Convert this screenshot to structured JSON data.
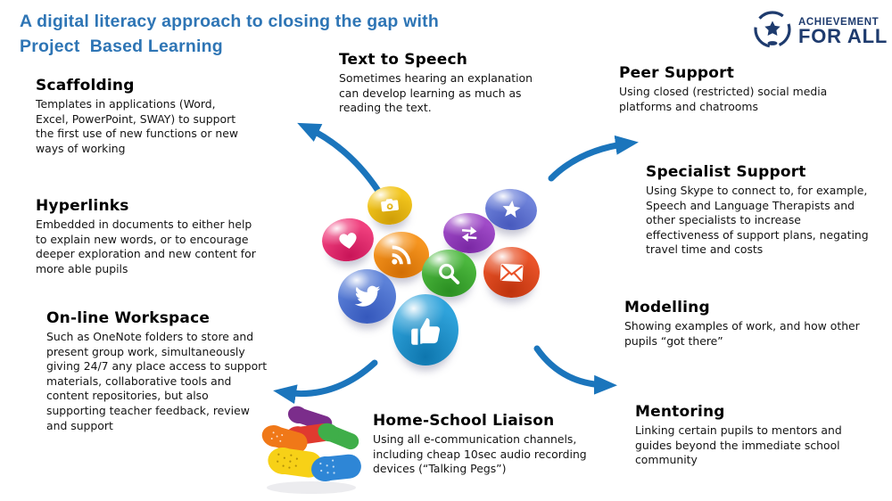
{
  "title": "A digital literacy approach to closing the gap with\nProject  Based Learning",
  "logo": {
    "line1": "ACHIEVEMENT",
    "line2": "FOR ALL",
    "icon": "achievement-for-all-badge-icon"
  },
  "colors": {
    "title_blue": "#2E75B5",
    "arrow_blue": "#1B75BC",
    "logo_navy": "#1E3B6E",
    "body_text": "#141414"
  },
  "sections": {
    "scaffolding": {
      "heading": "Scaffolding",
      "body": "Templates in applications (Word, Excel, PowerPoint, SWAY) to support the first use of new functions or new ways of working"
    },
    "hyperlinks": {
      "heading": "Hyperlinks",
      "body": "Embedded in documents to either help to explain new words, or to encourage deeper exploration and new content for more able pupils"
    },
    "online_workspace": {
      "heading": "On-line Workspace",
      "body": "Such as OneNote folders to store and present group work, simultaneously giving 24/7 any place access to support materials, collaborative tools and content repositories, but also supporting teacher feedback, review and support"
    },
    "text_to_speech": {
      "heading": "Text to Speech",
      "body": "Sometimes hearing an explanation can develop learning as much as reading the text."
    },
    "home_school_liaison": {
      "heading": "Home-School Liaison",
      "body": "Using all e-communication channels, including cheap 10sec audio recording devices (“Talking Pegs”)"
    },
    "peer_support": {
      "heading": "Peer Support",
      "body": "Using closed (restricted) social media platforms and chatrooms"
    },
    "specialist_support": {
      "heading": "Specialist Support",
      "body": "Using Skype to connect to, for example, Speech and Language Therapists and other specialists to increase effectiveness of support plans, negating travel time and costs"
    },
    "modelling": {
      "heading": "Modelling",
      "body": "Showing examples of work, and how other pupils “got there”"
    },
    "mentoring": {
      "heading": "Mentoring",
      "body": "Linking certain pupils to mentors and guides beyond the immediate school community"
    }
  },
  "icons": [
    "camera-icon",
    "heart-icon",
    "star-icon",
    "swap-arrows-icon",
    "rss-icon",
    "mail-envelope-icon",
    "search-icon",
    "twitter-bird-icon",
    "thumbs-up-icon",
    "talking-pegs-illustration",
    "achievement-for-all-badge-icon",
    "curved-arrow-top-left",
    "curved-arrow-top-right",
    "curved-arrow-bottom-left",
    "curved-arrow-bottom-right"
  ],
  "bubble_styles": {
    "camera": "--c:#F3C61D;--cd:#CF9E08",
    "heart": "--c:#F0407E;--cd:#C81458",
    "star": "--c:#6F83DA;--cd:#4759BD",
    "swap": "--c:#A04BC8;--cd:#7A28A4",
    "rss": "--c:#F6951F;--cd:#D26E04",
    "mail": "--c:#E95329;--cd:#BE330D",
    "search": "--c:#4CB83E;--cd:#2B8F22",
    "twitter": "--c:#5C81D8;--cd:#3558BC",
    "thumb": "--c:#2FA3DB;--cd:#0E76AE"
  }
}
